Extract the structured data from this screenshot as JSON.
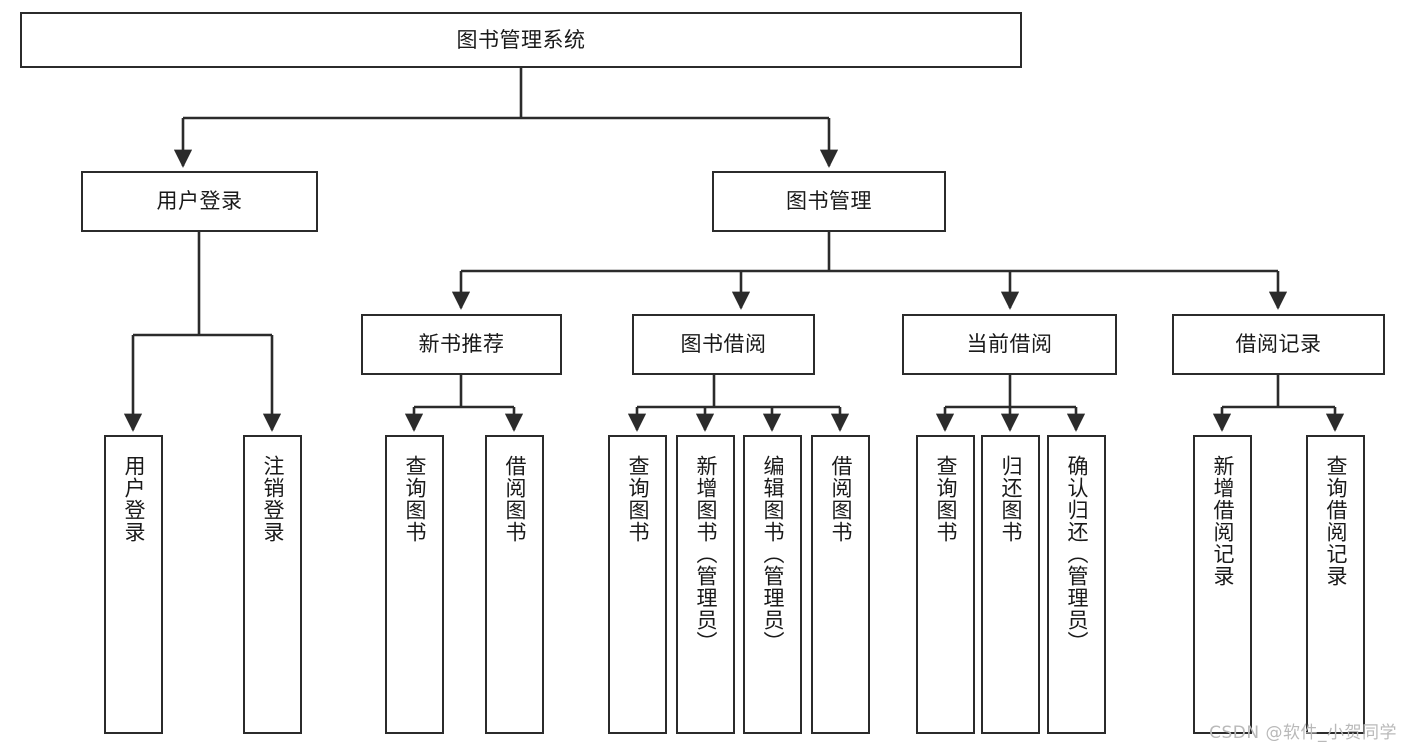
{
  "diagram": {
    "title": "图书管理系统",
    "type": "tree-flowchart",
    "watermark": "CSDN @软件_小贺同学",
    "colors": {
      "stroke": "#2b2b2b",
      "fill": "#ffffff",
      "text": "#1a1a1a",
      "watermark": "#b9b9b9"
    },
    "nodes": {
      "root": {
        "label": "图书管理系统",
        "level": 1
      },
      "user_login": {
        "label": "用户登录",
        "level": 2
      },
      "book_manage": {
        "label": "图书管理",
        "level": 2
      },
      "new_book_rec": {
        "label": "新书推荐",
        "level": 3
      },
      "book_borrow": {
        "label": "图书借阅",
        "level": 3
      },
      "current_borrow": {
        "label": "当前借阅",
        "level": 3
      },
      "borrow_record": {
        "label": "借阅记录",
        "level": 3
      },
      "leaf_user_login": {
        "label": "用户登录",
        "level": 4
      },
      "leaf_logout": {
        "label": "注销登录",
        "level": 4
      },
      "leaf_query_book_a": {
        "label": "查询图书",
        "level": 4
      },
      "leaf_borrow_book_a": {
        "label": "借阅图书",
        "level": 4
      },
      "leaf_query_book_b": {
        "label": "查询图书",
        "level": 4
      },
      "leaf_add_book": {
        "label": "新增图书（管理员）",
        "level": 4
      },
      "leaf_edit_book": {
        "label": "编辑图书（管理员）",
        "level": 4
      },
      "leaf_borrow_book_b": {
        "label": "借阅图书",
        "level": 4
      },
      "leaf_query_book_c": {
        "label": "查询图书",
        "level": 4
      },
      "leaf_return_book": {
        "label": "归还图书",
        "level": 4
      },
      "leaf_confirm_return": {
        "label": "确认归还（管理员）",
        "level": 4
      },
      "leaf_add_record": {
        "label": "新增借阅记录",
        "level": 4
      },
      "leaf_query_record": {
        "label": "查询借阅记录",
        "level": 4
      }
    },
    "edges": [
      {
        "from": "root",
        "to": "user_login"
      },
      {
        "from": "root",
        "to": "book_manage"
      },
      {
        "from": "book_manage",
        "to": "new_book_rec"
      },
      {
        "from": "book_manage",
        "to": "book_borrow"
      },
      {
        "from": "book_manage",
        "to": "current_borrow"
      },
      {
        "from": "book_manage",
        "to": "borrow_record"
      },
      {
        "from": "user_login",
        "to": "leaf_user_login"
      },
      {
        "from": "user_login",
        "to": "leaf_logout"
      },
      {
        "from": "new_book_rec",
        "to": "leaf_query_book_a"
      },
      {
        "from": "new_book_rec",
        "to": "leaf_borrow_book_a"
      },
      {
        "from": "book_borrow",
        "to": "leaf_query_book_b"
      },
      {
        "from": "book_borrow",
        "to": "leaf_add_book"
      },
      {
        "from": "book_borrow",
        "to": "leaf_edit_book"
      },
      {
        "from": "book_borrow",
        "to": "leaf_borrow_book_b"
      },
      {
        "from": "current_borrow",
        "to": "leaf_query_book_c"
      },
      {
        "from": "current_borrow",
        "to": "leaf_return_book"
      },
      {
        "from": "current_borrow",
        "to": "leaf_confirm_return"
      },
      {
        "from": "borrow_record",
        "to": "leaf_add_record"
      },
      {
        "from": "borrow_record",
        "to": "leaf_query_record"
      }
    ]
  }
}
